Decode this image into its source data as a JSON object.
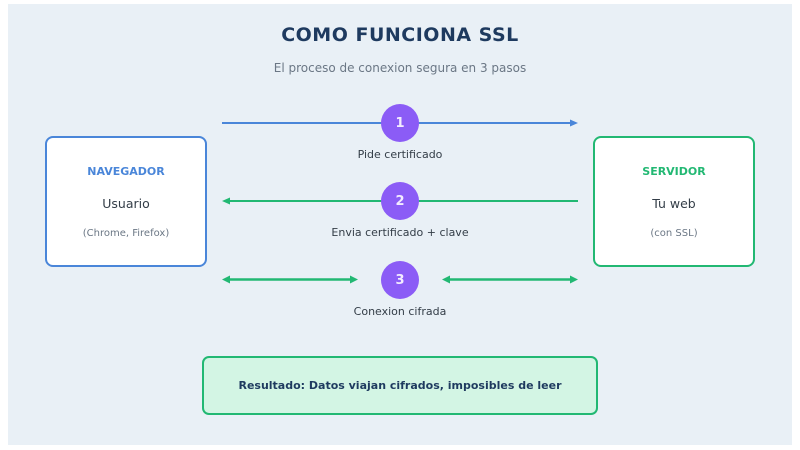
{
  "title": "COMO FUNCIONA SSL",
  "subtitle": "El proceso de conexion segura en 3 pasos",
  "client": {
    "heading": "NAVEGADOR",
    "name": "Usuario",
    "detail": "(Chrome, Firefox)"
  },
  "server": {
    "heading": "SERVIDOR",
    "name": "Tu web",
    "detail": "(con SSL)"
  },
  "steps": [
    {
      "number": "1",
      "label": "Pide certificado",
      "direction": "client-to-server"
    },
    {
      "number": "2",
      "label": "Envia certificado + clave",
      "direction": "server-to-client"
    },
    {
      "number": "3",
      "label": "Conexion cifrada",
      "direction": "bidirectional"
    }
  ],
  "result": {
    "text": "Resultado: Datos viajan cifrados, imposibles de leer"
  },
  "colors": {
    "background": "#e9f0f6",
    "title": "#1e3a5f",
    "subtitle": "#6b7785",
    "client_accent": "#4a86d9",
    "server_accent": "#22b873",
    "step_circle": "#8b5cf6",
    "step_circle_text": "#f3ecff",
    "label_text": "#333d47",
    "detail_text": "#6b7785",
    "arrow_blue": "#4a86d9",
    "arrow_green": "#22b873",
    "result_fill": "#d3f5e4",
    "result_border": "#22b873",
    "result_text": "#1e3a5f"
  }
}
